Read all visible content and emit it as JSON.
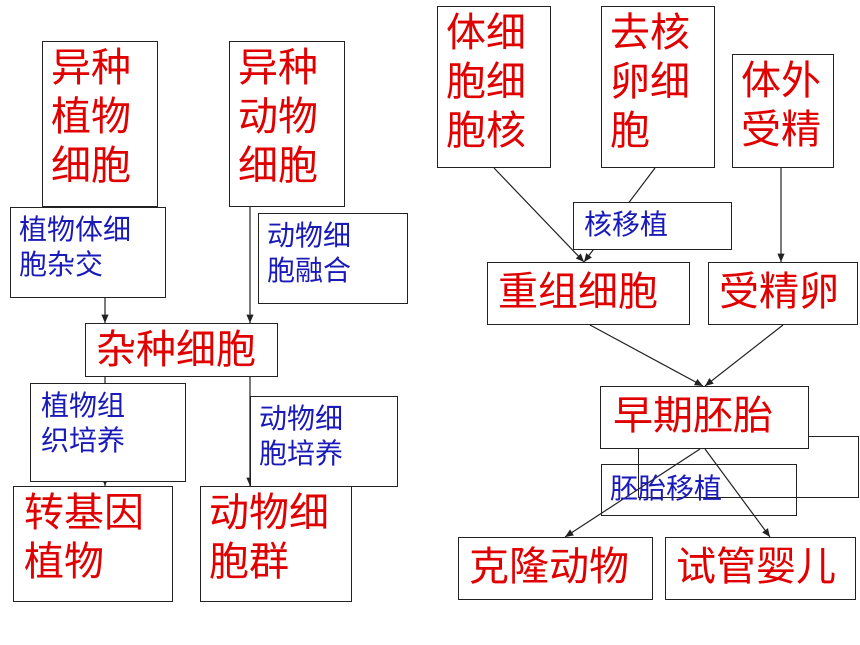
{
  "left": {
    "plant_cells": "异种\n植物\n细胞",
    "animal_cells": "异种\n动物\n细胞",
    "plant_hybridization": "植物体细\n胞杂交",
    "animal_fusion": "动物细\n胞融合",
    "hybrid_cell": "杂种细胞",
    "plant_tissue_culture": "植物组\n织培养",
    "animal_cell_culture": "动物细\n胞培养",
    "transgenic_plant": "转基因\n植物",
    "animal_cell_group": "动物细\n胞群"
  },
  "right": {
    "somatic_nucleus": "体细\n胞细\n胞核",
    "enucleated_egg": "去核\n卵细\n胞",
    "ivf": "体外\n受精",
    "nuclear_transfer": "核移植",
    "recombinant_cell": "重组细胞",
    "fertilized_egg": "受精卵",
    "early_embryo": "早期胚胎",
    "embryo_transfer": "胚胎移植",
    "cloned_animal": "克隆动物",
    "test_tube_baby": "试管婴儿"
  },
  "colors": {
    "term": "#e00000",
    "process": "#1a1ab8",
    "line": "#222222"
  }
}
